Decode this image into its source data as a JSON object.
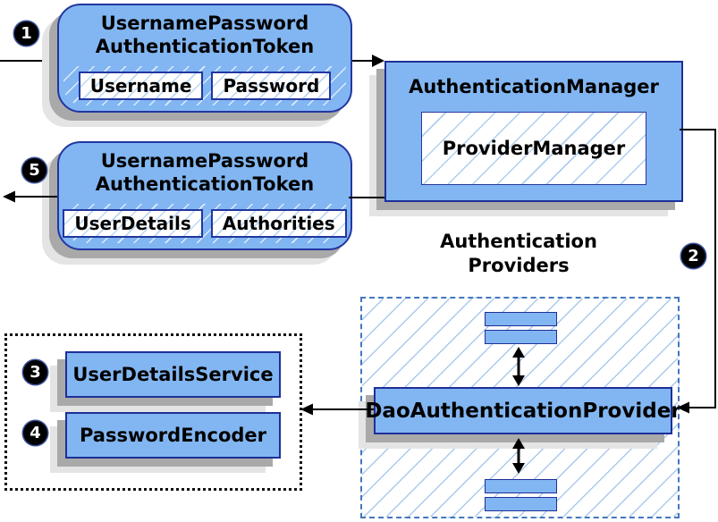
{
  "diagram_title": "Spring Security DaoAuthenticationProvider flow",
  "nodes": {
    "request_token": {
      "title": [
        "UsernamePassword",
        "AuthenticationToken"
      ],
      "fields": [
        "Username",
        "Password"
      ]
    },
    "authentication_manager": {
      "title": "AuthenticationManager",
      "inner": "ProviderManager"
    },
    "response_token": {
      "title": [
        "UsernamePassword",
        "AuthenticationToken"
      ],
      "fields": [
        "UserDetails",
        "Authorities"
      ]
    },
    "providers_group": {
      "label": [
        "Authentication",
        "Providers"
      ]
    },
    "dao_authentication_provider": {
      "label": "DaoAuthenticationProvider"
    },
    "user_details_service": {
      "label": "UserDetailsService"
    },
    "password_encoder": {
      "label": "PasswordEncoder"
    }
  },
  "steps": {
    "s1": "1",
    "s2": "2",
    "s3": "3",
    "s4": "4",
    "s5": "5"
  },
  "colors": {
    "node_fill": "#82b6f2",
    "node_border": "#1d2f98",
    "hatch_line": "#abc9ec",
    "dashed_border": "#4377be",
    "shadow_dark": "#a9a9a9",
    "shadow_light": "#e4e4e4",
    "connector": "#000000",
    "badge_bg": "#000000",
    "badge_text": "#ffffff"
  }
}
